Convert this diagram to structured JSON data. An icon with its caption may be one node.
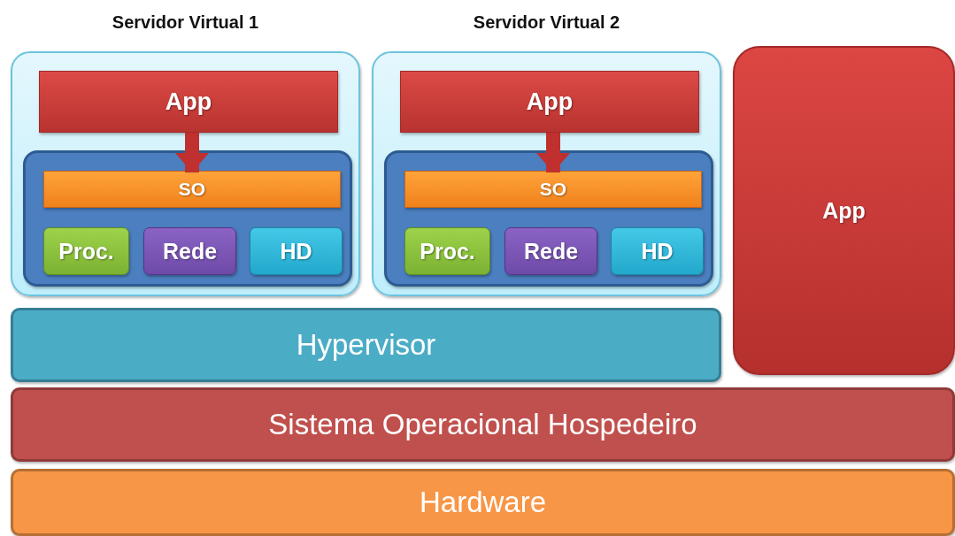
{
  "diagram": {
    "nodes": [
      {
        "text": [
          "Servidor Virtual 1"
        ]
      },
      {
        "text": [
          "App"
        ],
        "in": 0
      },
      {
        "text": [],
        "shape": "box",
        "in": 0
      },
      {
        "text": [
          "SO"
        ],
        "in": 2
      },
      {
        "text": [
          "Proc."
        ],
        "in": 2
      },
      {
        "text": [
          "Rede"
        ],
        "in": 2
      },
      {
        "text": [
          "HD"
        ],
        "in": 2
      },
      {
        "text": [
          "Servidor Virtual 2"
        ]
      },
      {
        "text": [
          "App"
        ],
        "in": 7
      },
      {
        "text": [],
        "shape": "box",
        "in": 7
      },
      {
        "text": [
          "SO"
        ],
        "in": 9
      },
      {
        "text": [
          "Proc."
        ],
        "in": 9
      },
      {
        "text": [
          "Rede"
        ],
        "in": 9
      },
      {
        "text": [
          "HD"
        ],
        "in": 9
      },
      {
        "text": [
          "App"
        ]
      },
      {
        "text": [
          "Hypervisor"
        ]
      },
      {
        "text": [
          "Sistema Operacional Hospedeiro"
        ]
      },
      {
        "text": [
          "Hardware"
        ]
      }
    ],
    "edges": [
      {
        "from": 1,
        "to": 3,
        "arrow": "to"
      },
      {
        "from": 8,
        "to": 10,
        "arrow": "to"
      }
    ]
  }
}
